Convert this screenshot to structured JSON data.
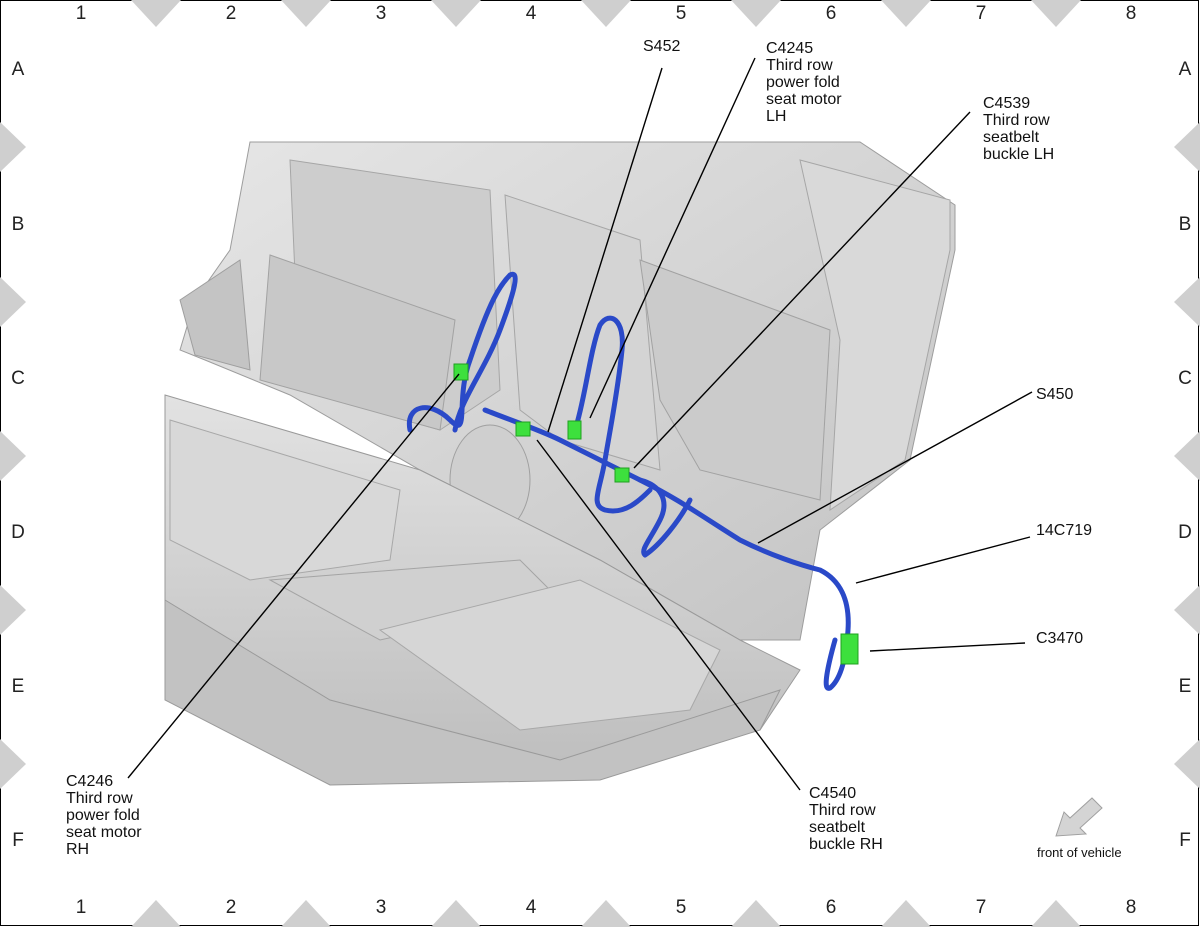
{
  "grid": {
    "columns": [
      "1",
      "2",
      "3",
      "4",
      "5",
      "6",
      "7",
      "8"
    ],
    "rows": [
      "A",
      "B",
      "C",
      "D",
      "E",
      "F"
    ]
  },
  "callouts": {
    "s452": [
      "S452"
    ],
    "c4245": [
      "C4245",
      "Third row",
      "power fold",
      "seat motor",
      "LH"
    ],
    "c4539": [
      "C4539",
      "Third row",
      "seatbelt",
      "buckle LH"
    ],
    "s450": [
      "S450"
    ],
    "c14719": [
      "14C719"
    ],
    "c3470": [
      "C3470"
    ],
    "c4246": [
      "C4246",
      "Third row",
      "power fold",
      "seat motor",
      "RH"
    ],
    "c4540": [
      "C4540",
      "Third row",
      "seatbelt",
      "buckle RH"
    ]
  },
  "front_label": "front of vehicle",
  "colors": {
    "harness": "#2a49c8",
    "harness_dark": "#1a2a80",
    "connector": "#3de03d",
    "seat": "#d6d6d6",
    "seat_shadow": "#b4b4b4",
    "marker": "#cfcfcf"
  }
}
